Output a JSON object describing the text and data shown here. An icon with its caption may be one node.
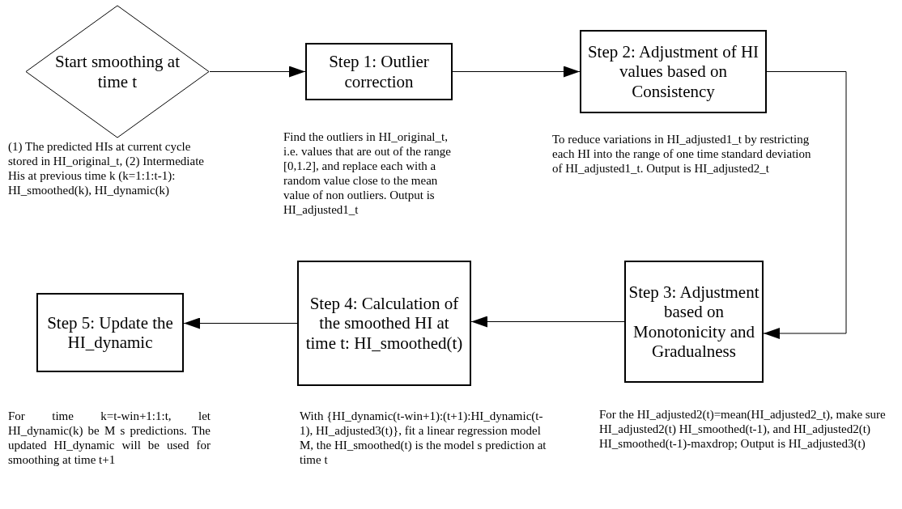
{
  "diagram": {
    "nodes": [
      {
        "text": [
          "Start smoothing at time t"
        ],
        "beside": [
          "(1) The predicted HIs at current cycle stored in HI_original_t, (2) Intermediate His at previous time k (k=1:1:t-1): HI_smoothed(k), HI_dynamic(k)"
        ]
      },
      {
        "text": [
          "Step 1: Outlier correction"
        ],
        "beside": [
          "Find the outliers in HI_original_t, i.e. values that are out of the range [0,1.2], and replace each with a random value close to the mean value of non outliers. Output is HI_adjusted1_t"
        ]
      },
      {
        "text": [
          "Step 2: Adjustment of HI values based on Consistency"
        ],
        "beside": [
          "To reduce variations in HI_adjusted1_t by restricting each HI into the range of one time standard deviation of HI_adjusted1_t. Output is HI_adjusted2_t"
        ]
      },
      {
        "text": [
          "Step 5: Update the HI_dynamic"
        ],
        "beside": [
          "For time k=t-win+1:1:t, let HI_dynamic(k) be M s predictions. The updated HI_dynamic will be used for smoothing at time t+1"
        ]
      },
      {
        "text": [
          "Step 4: Calculation of the smoothed HI at time t: HI_smoothed(t)"
        ],
        "beside": [
          "With {HI_dynamic(t-win+1):(t+1):HI_dynamic(t-1), HI_adjusted3(t)}, fit a linear regression model M, the HI_smoothed(t) is the model s prediction at time t"
        ]
      },
      {
        "text": [
          "Step 3: Adjustment based on Monotonicity and Gradualness"
        ],
        "beside": [
          "For the HI_adjusted2(t)=mean(HI_adjusted2_t), make sure HI_adjusted2(t) HI_smoothed(t-1), and HI_adjusted2(t) HI_smoothed(t-1)-maxdrop; Output is HI_adjusted3(t)"
        ]
      }
    ],
    "edges": [
      {
        "from": 0,
        "to": 1,
        "arrow": "to"
      },
      {
        "from": 1,
        "to": 2,
        "arrow": "to"
      },
      {
        "from": 2,
        "to": 5,
        "arrow": "to"
      },
      {
        "from": 5,
        "to": 4,
        "arrow": "to"
      },
      {
        "from": 4,
        "to": 3,
        "arrow": "to"
      }
    ]
  }
}
